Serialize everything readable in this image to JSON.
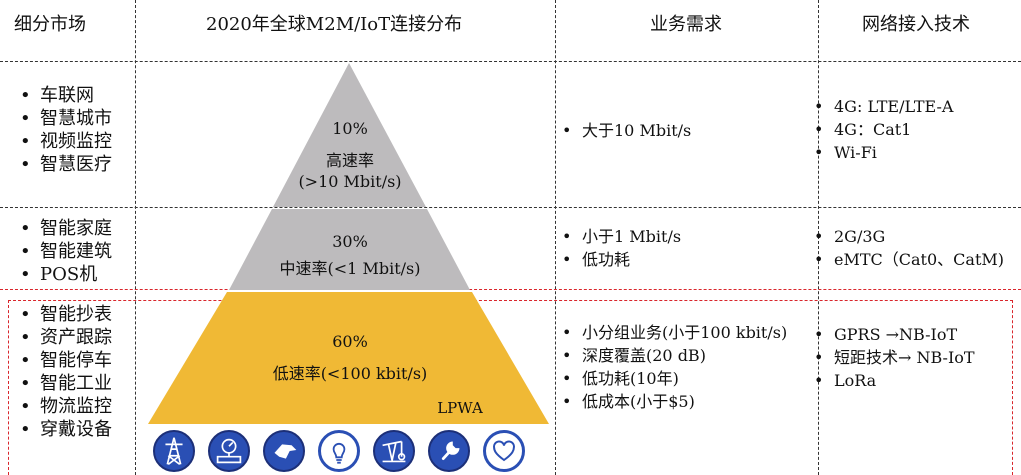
{
  "headers": {
    "segment": "细分市场",
    "distribution": "2020年全球M2M/IoT连接分布",
    "requirements": "业务需求",
    "access_tech": "网络接入技术"
  },
  "tiers": [
    {
      "percent": "10%",
      "label": "高速率",
      "rate": "(>10 Mbit/s)",
      "color": "#bdbbbd",
      "segments": [
        "车联网",
        "智慧城市",
        "视频监控",
        "智慧医疗"
      ],
      "requirements": [
        "大于10 Mbit/s"
      ],
      "technologies": [
        "4G: LTE/LTE-A",
        "4G：Cat1",
        "Wi-Fi"
      ]
    },
    {
      "percent": "30%",
      "label": "中速率(<1 Mbit/s)",
      "color": "#bdbbbd",
      "segments": [
        "智能家庭",
        "智能建筑",
        "POS机"
      ],
      "requirements": [
        "小于1 Mbit/s",
        "低功耗"
      ],
      "technologies": [
        "2G/3G",
        "eMTC（Cat0、CatM)"
      ]
    },
    {
      "percent": "60%",
      "label": "低速率(<100 kbit/s)",
      "tag": "LPWA",
      "color": "#f0b935",
      "segments": [
        "智能抄表",
        "资产跟踪",
        "智能停车",
        "智能工业",
        "物流监控",
        "穿戴设备"
      ],
      "requirements": [
        "小分组业务(小于100 kbit/s)",
        "深度覆盖(20 dB)",
        "低功耗(10年)",
        "低成本(小于$5)"
      ],
      "technologies": [
        "GPRS →NB-IoT",
        "短距技术→ NB-IoT",
        "LoRa"
      ]
    }
  ],
  "icons": [
    "power-tower-icon",
    "gauge-pipe-icon",
    "bird-icon",
    "light-bulb-icon",
    "oil-pump-icon",
    "wrench-icon",
    "heart-icon"
  ],
  "colors": {
    "icon_fill": "#2a4fb4",
    "lpwa_highlight": "#d9262c"
  }
}
